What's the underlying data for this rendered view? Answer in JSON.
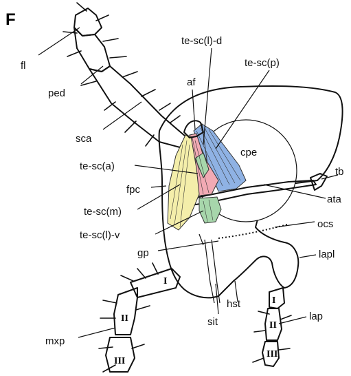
{
  "panel_label": "F",
  "colors": {
    "muscle_yellow": "#f4eeaa",
    "muscle_pink": "#f2aab4",
    "muscle_blue": "#8fb2e4",
    "muscle_green": "#a7d6ab",
    "outline": "#111111"
  },
  "labels": {
    "fl": "fl",
    "ped": "ped",
    "sca": "sca",
    "af": "af",
    "te_sc_l_d": "te-sc(l)-d",
    "te_sc_p": "te-sc(p)",
    "cpe": "cpe",
    "tb": "tb",
    "ata": "ata",
    "te_sc_a": "te-sc(a)",
    "fpc": "fpc",
    "te_sc_m": "te-sc(m)",
    "te_sc_l_v": "te-sc(l)-v",
    "ocs": "ocs",
    "gp": "gp",
    "lapl": "lapl",
    "hst": "hst",
    "sit": "sit",
    "lap": "lap",
    "mxp": "mxp"
  },
  "segment_numerals": {
    "mxp_I": "I",
    "mxp_II": "II",
    "mxp_III": "III",
    "lap_I": "I",
    "lap_II": "II",
    "lap_III": "III"
  }
}
